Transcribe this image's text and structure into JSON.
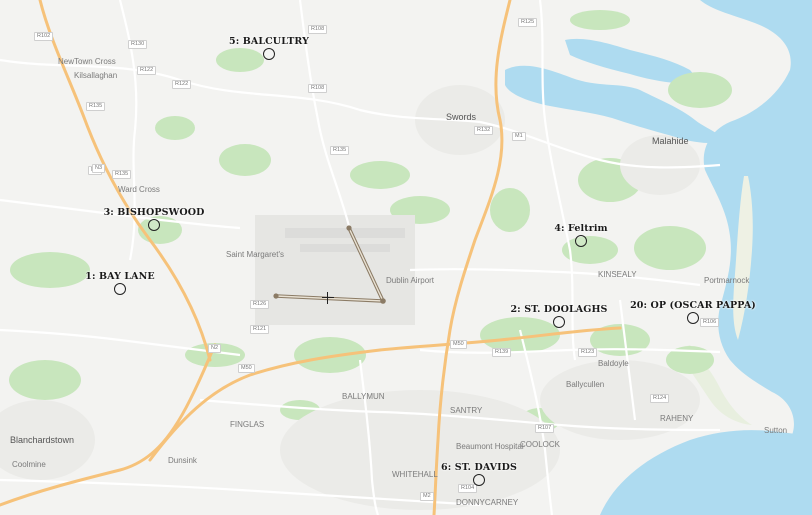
{
  "markers": [
    {
      "id": "balcultry",
      "label": "5: BALCULTRY"
    },
    {
      "id": "bishopswood",
      "label": "3: BISHOPSWOOD"
    },
    {
      "id": "bay-lane",
      "label": "1: BAY LANE"
    },
    {
      "id": "feltrim",
      "label": "4: Feltrim"
    },
    {
      "id": "st-doolaghs",
      "label": "2: ST. DOOLAGHS"
    },
    {
      "id": "oscar-pappa",
      "label": "20: OP (OSCAR PAPPA)"
    },
    {
      "id": "st-davids",
      "label": "6: ST. DAVIDS"
    }
  ],
  "places": {
    "swords": "Swords",
    "malahide": "Malahide",
    "blanchardstown": "Blanchardstown",
    "ward_cross": "Ward Cross",
    "kilsallaghan": "Kilsallaghan",
    "newtown_cross": "NewTown Cross",
    "portmarnock": "Portmarnock",
    "baldoyle": "Baldoyle",
    "dublin_airport": "Dublin Airport",
    "sutton": "Sutton",
    "st_margarets": "Saint Margaret's",
    "finglas": "FINGLAS",
    "santry": "SANTRY",
    "coolock": "COOLOCK",
    "raheny": "RAHENY",
    "donnycarney": "DONNYCARNEY",
    "ballymun": "BALLYMUN",
    "whitehall": "WHITEHALL",
    "dunsink": "Dunsink",
    "beaumont": "Beaumont Hospital",
    "kinsaley": "KINSEALY",
    "ballycullen": "Ballycullen",
    "cabinteely": "Coolmine"
  },
  "roads": [
    "M1",
    "M2",
    "M50",
    "R132",
    "R125",
    "R108",
    "R122",
    "R130",
    "R135",
    "R139",
    "R104",
    "R107",
    "R123",
    "R124",
    "R106",
    "N2",
    "N3",
    "R102",
    "R121",
    "R126"
  ],
  "colors": {
    "land": "#f3f3f1",
    "water": "#aedbf0",
    "park": "#c8e6bd",
    "motorway": "#f6c27a",
    "road": "#ffffff",
    "runway": "#8b7b65"
  }
}
